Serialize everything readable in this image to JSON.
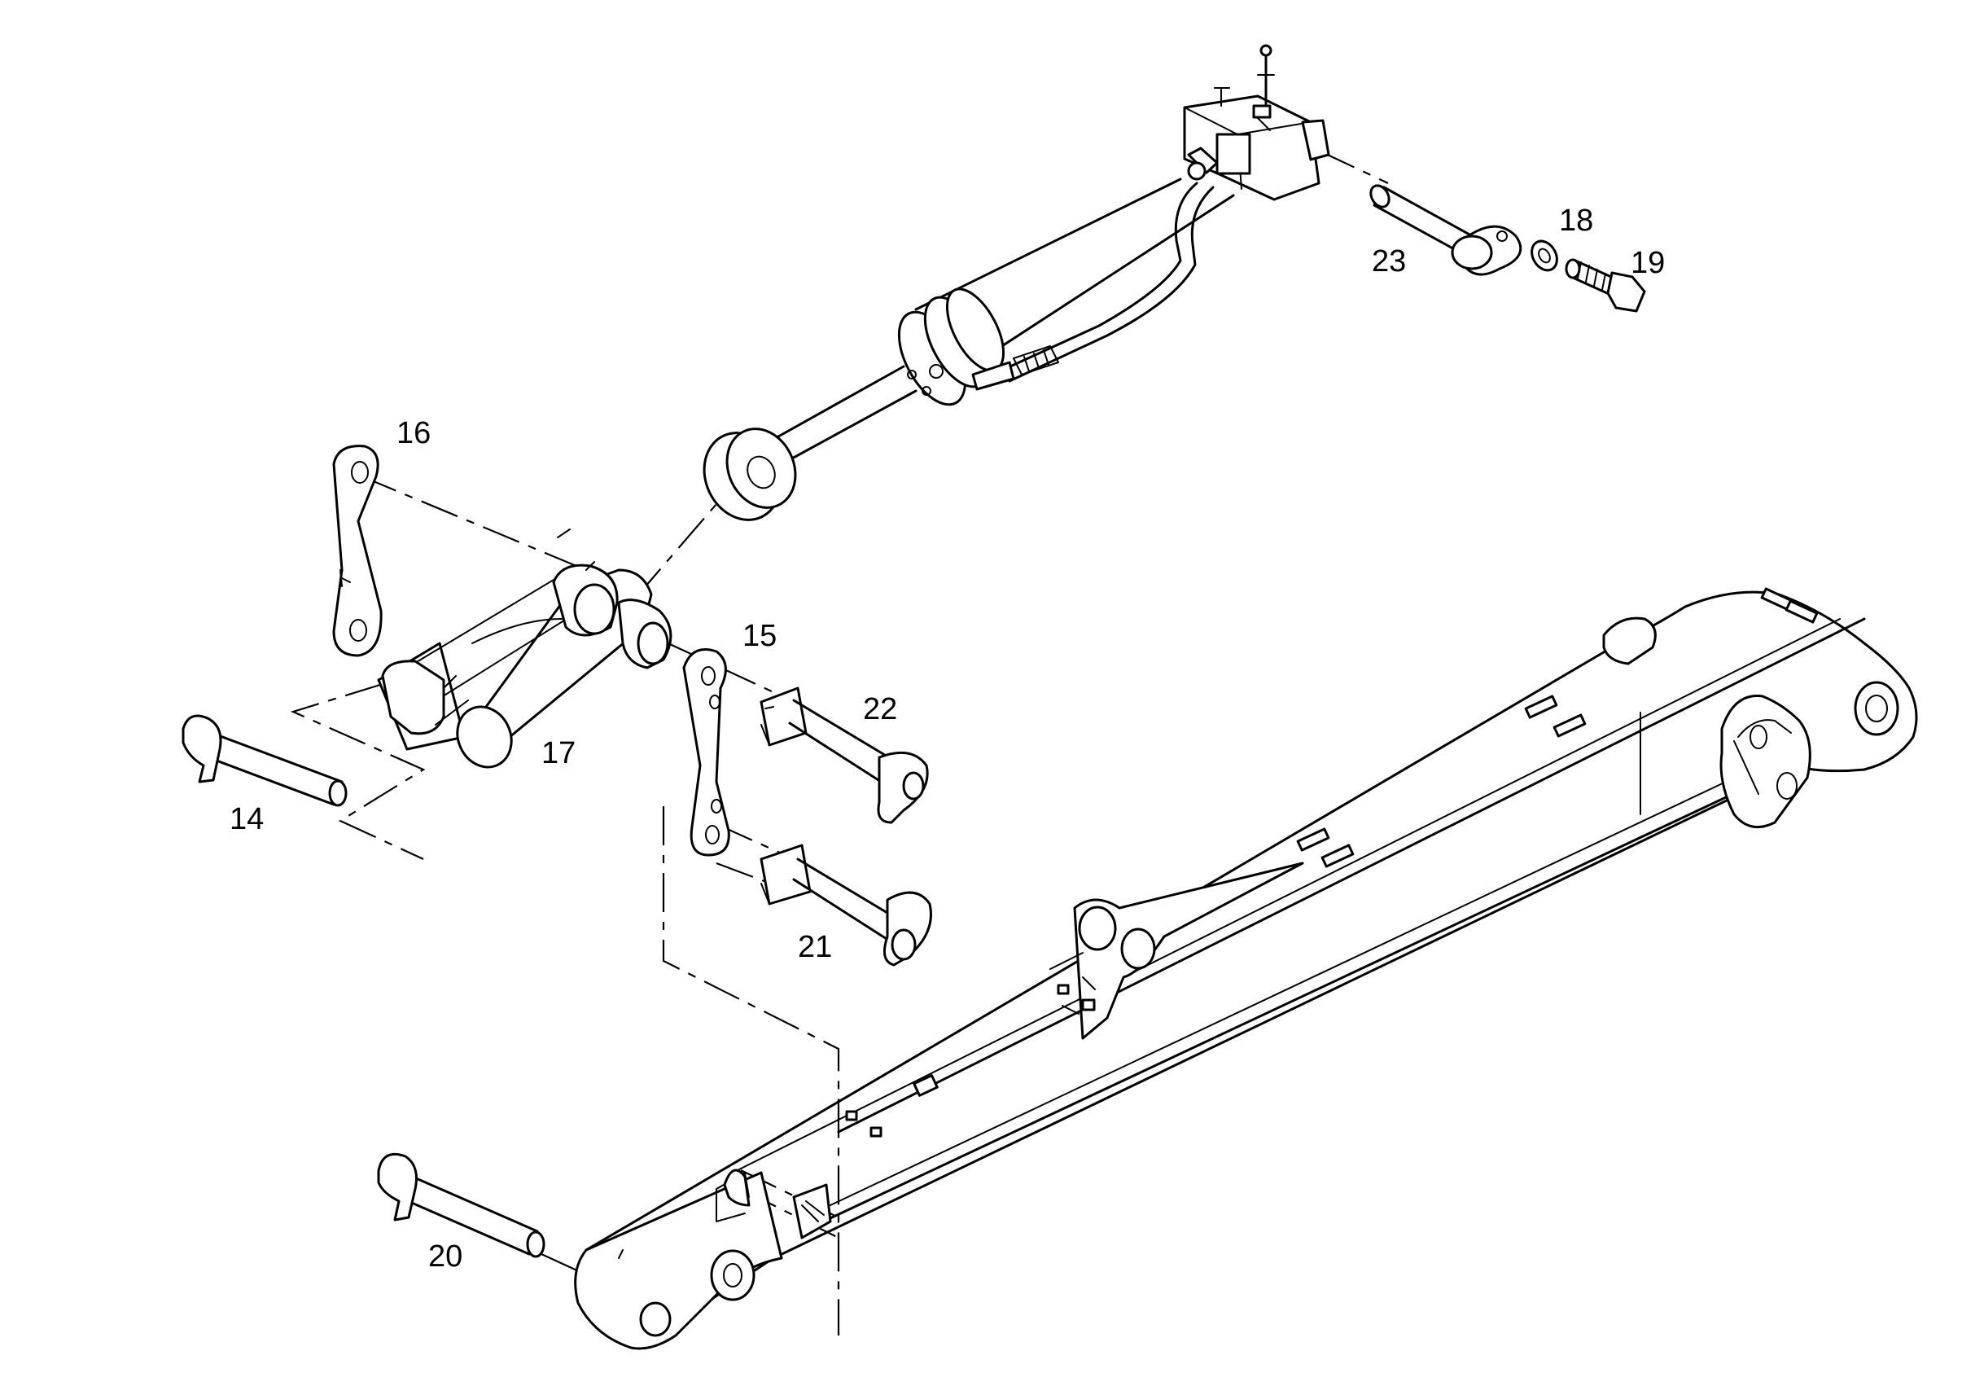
{
  "callouts": [
    {
      "id": "14",
      "label": "14"
    },
    {
      "id": "15",
      "label": "15"
    },
    {
      "id": "16",
      "label": "16"
    },
    {
      "id": "17",
      "label": "17"
    },
    {
      "id": "18",
      "label": "18"
    },
    {
      "id": "19",
      "label": "19"
    },
    {
      "id": "20",
      "label": "20"
    },
    {
      "id": "21",
      "label": "21"
    },
    {
      "id": "22",
      "label": "22"
    },
    {
      "id": "23",
      "label": "23"
    }
  ],
  "colors": {
    "line": "#000000",
    "background": "#ffffff"
  }
}
